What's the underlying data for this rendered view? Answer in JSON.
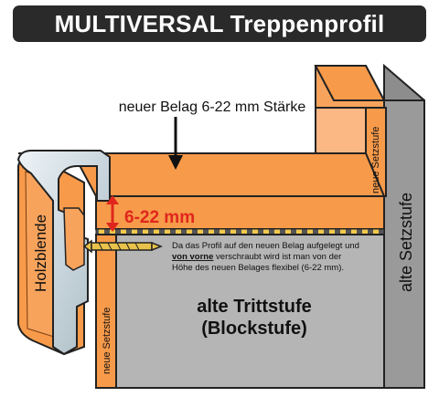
{
  "title": "MULTIVERSAL Treppenprofil",
  "labels": {
    "new_covering": "neuer Belag 6-22 mm Stärke",
    "thickness": "6-22 mm",
    "new_riser_top": "neue Setzstufe",
    "old_riser": "alte Setzstufe",
    "wood_fascia": "Holzblende",
    "new_riser_bottom": "neue Setzstufe",
    "old_tread_line1": "alte Trittstufe",
    "old_tread_line2": "(Blockstufe)"
  },
  "note": {
    "line1": "Da das Profil auf den neuen Belag aufgelegt und",
    "line2_emphasis": "von vorne",
    "line2_rest": " verschraubt wird ist man von der",
    "line3": "Höhe des neuen Belages flexibel (6-22 mm)."
  },
  "colors": {
    "orange_covering": "#f79a4a",
    "light_orange": "#fbb784",
    "grey_old_step": "#b5b5b5",
    "dark_grey_riser": "#9a9a9a",
    "red_dimension": "#e0261c",
    "title_background": "#2a2a2a",
    "screw": "#e9c24a"
  }
}
